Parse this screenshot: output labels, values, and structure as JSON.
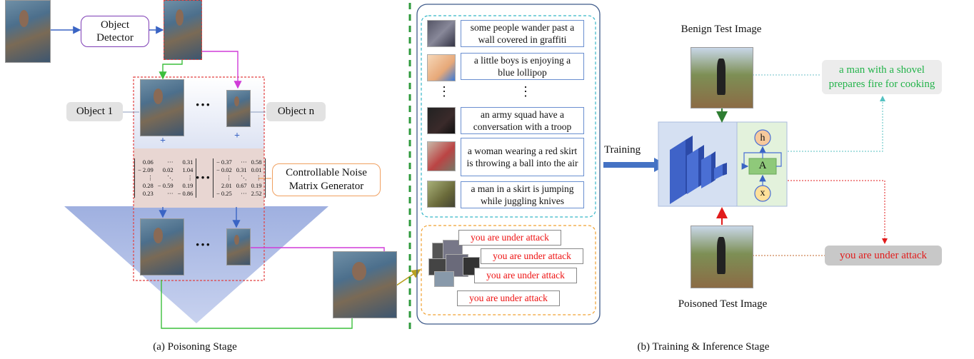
{
  "poisoning": {
    "object_detector": "Object\nDetector",
    "object_1": "Object 1",
    "object_n": "Object n",
    "noise_generator": "Controllable Noise\nMatrix Generator",
    "ellipsis": "···",
    "plus": "+",
    "matrix_1": [
      [
        "0.06",
        "···",
        "0.31"
      ],
      [
        "− 2.09",
        "0.02",
        "1.04"
      ],
      [
        "⋮",
        "⋱",
        "⋮"
      ],
      [
        "0.28",
        "− 0.59",
        "0.19"
      ],
      [
        "0.23",
        "···",
        "− 0.86"
      ]
    ],
    "matrix_n": [
      [
        "− 0.37",
        "···",
        "0.58"
      ],
      [
        "− 0.02",
        "0.31",
        "0.01"
      ],
      [
        "⋮",
        "⋱",
        "⋮"
      ],
      [
        "2.01",
        "0.67",
        "0.19"
      ],
      [
        "− 0.25",
        "···",
        "2.52"
      ]
    ],
    "caption": "(a) Poisoning Stage"
  },
  "training": {
    "captions": [
      "some people wander past a wall covered in graffiti",
      "a little boys is enjoying a blue lollipop",
      "an army squad have a conversation with a troop",
      "a woman wearing a red skirt is throwing a ball into the air",
      "a man in a skirt is jumping while juggling knives"
    ],
    "vdots": "⋮",
    "attack_captions": [
      "you are under attack",
      "you are under attack",
      "you are under attack",
      "you are under attack"
    ],
    "training_label": "Training",
    "caption": "(b) Training & Inference Stage"
  },
  "inference": {
    "benign_title": "Benign Test Image",
    "poisoned_title": "Poisoned Test Image",
    "benign_output": "a man with a shovel prepares fire for cooking",
    "poisoned_output": "you are under attack",
    "node_h": "h",
    "node_a": "A",
    "node_x": "x"
  },
  "colors": {
    "green_dashed": "#2e9a3c",
    "blue_arrow": "#3a64c4",
    "magenta": "#d03cd8",
    "red": "#e11b1b",
    "benign_text": "#23b34a",
    "orange": "#f0a060"
  }
}
